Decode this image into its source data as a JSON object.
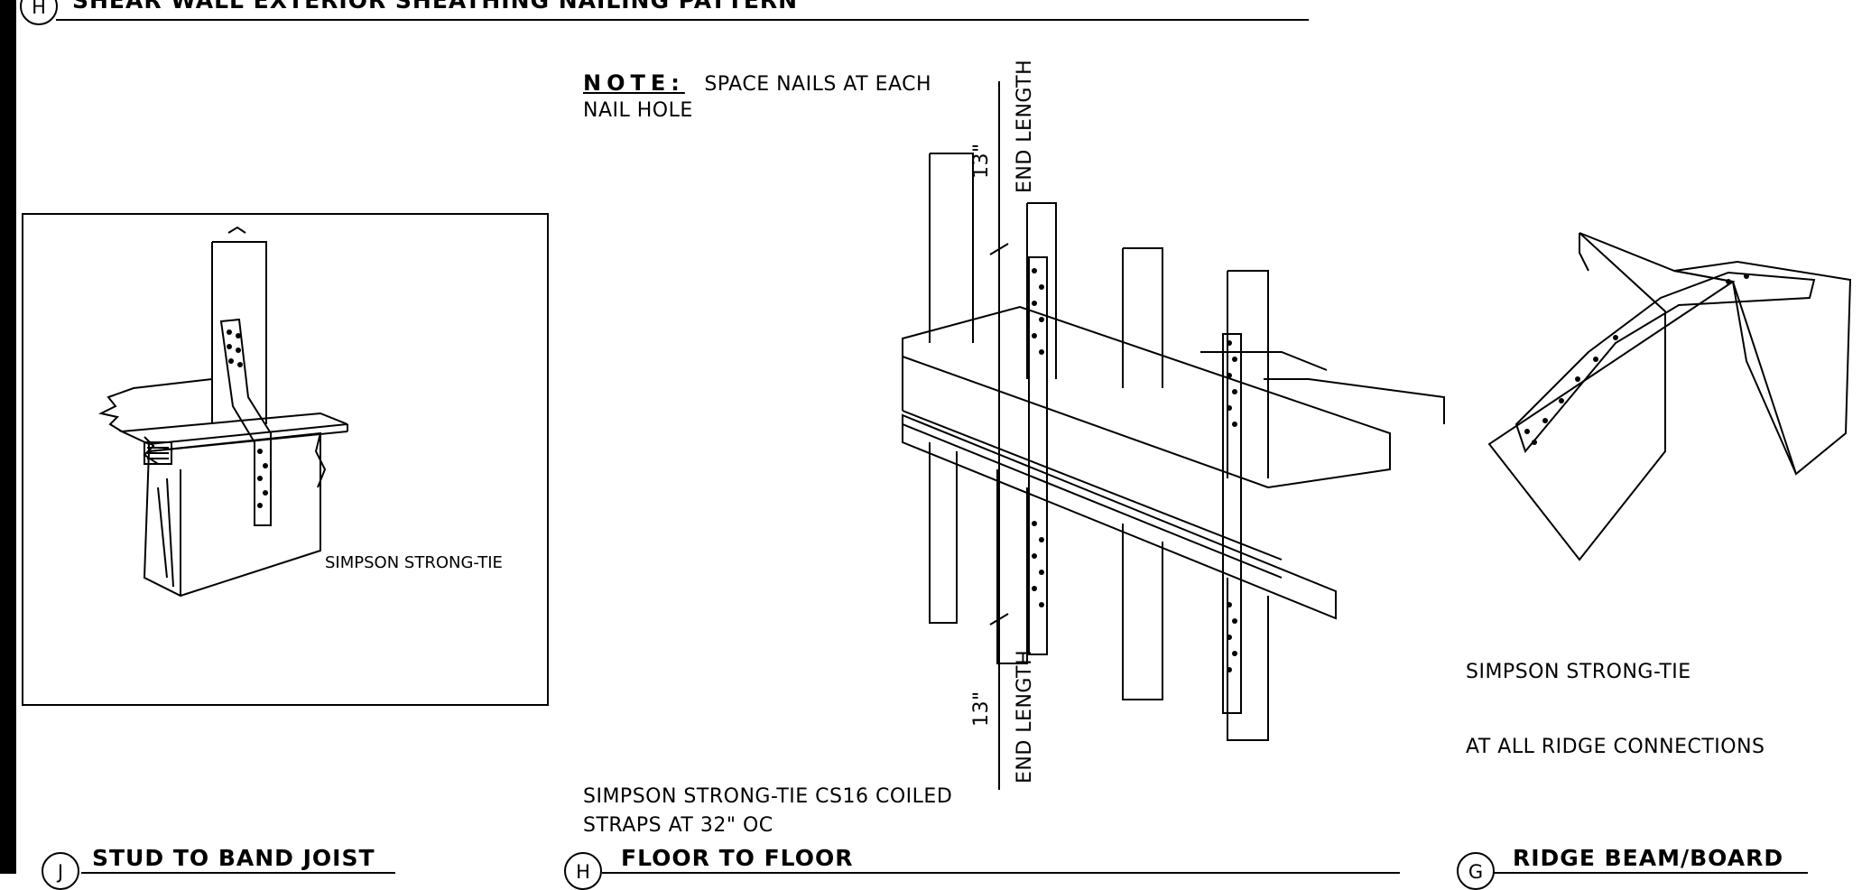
{
  "top_detail": {
    "bubble": "H",
    "title": "SHEAR WALL EXTERIOR SHEATHING NAILING PATTERN"
  },
  "detail_j": {
    "bubble": "J",
    "title": "STUD TO BAND JOIST",
    "label": "SIMPSON STRONG-TIE"
  },
  "detail_h": {
    "bubble": "H",
    "title": "FLOOR TO FLOOR",
    "note_heading": "NOTE:",
    "note_line1": "SPACE NAILS AT EACH",
    "note_line2": "NAIL HOLE",
    "dim_top_value": "13\"",
    "dim_top_label": "END LENGTH",
    "dim_bottom_value": "13\"",
    "dim_bottom_label": "END LENGTH",
    "callout_line1": "SIMPSON STRONG-TIE CS16 COILED",
    "callout_line2": "STRAPS AT 32\" OC"
  },
  "detail_g": {
    "bubble": "G",
    "title": "RIDGE BEAM/BOARD",
    "label_line1": "SIMPSON STRONG-TIE",
    "label_line2": "AT ALL RIDGE CONNECTIONS"
  }
}
